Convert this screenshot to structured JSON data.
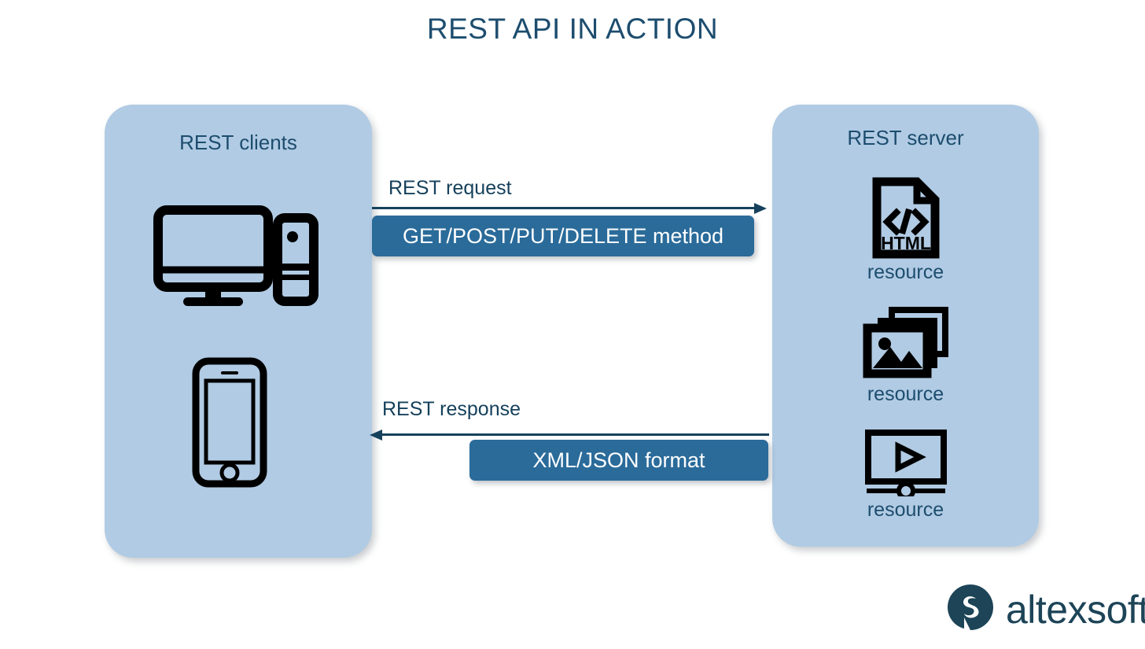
{
  "title": "REST API IN ACTION",
  "colors": {
    "panel_bg": "#b1cbe4",
    "title_navy": "#1d4d6e",
    "badge_blue": "#2a6b9a",
    "arrow_navy": "#16415c",
    "icon_black": "#000000",
    "logo_navy": "#1d4457",
    "page_bg": "#ffffff"
  },
  "clients_panel": {
    "title": "REST clients",
    "devices": [
      {
        "icon": "desktop-computer-icon"
      },
      {
        "icon": "smartphone-icon"
      }
    ]
  },
  "server_panel": {
    "title": "REST server",
    "resources": [
      {
        "icon": "html-document-icon",
        "icon_text": "HTML",
        "code_glyph": "</>",
        "label": "resource"
      },
      {
        "icon": "image-stack-icon",
        "label": "resource"
      },
      {
        "icon": "video-player-icon",
        "label": "resource"
      }
    ]
  },
  "flows": [
    {
      "name": "request",
      "label": "REST request",
      "direction": "right",
      "badge": "GET/POST/PUT/DELETE method"
    },
    {
      "name": "response",
      "label": "REST response",
      "direction": "left",
      "badge": "XML/JSON format"
    }
  ],
  "logo": {
    "mark": "altexsoft-logo-mark",
    "wordmark": "altexsoft"
  }
}
